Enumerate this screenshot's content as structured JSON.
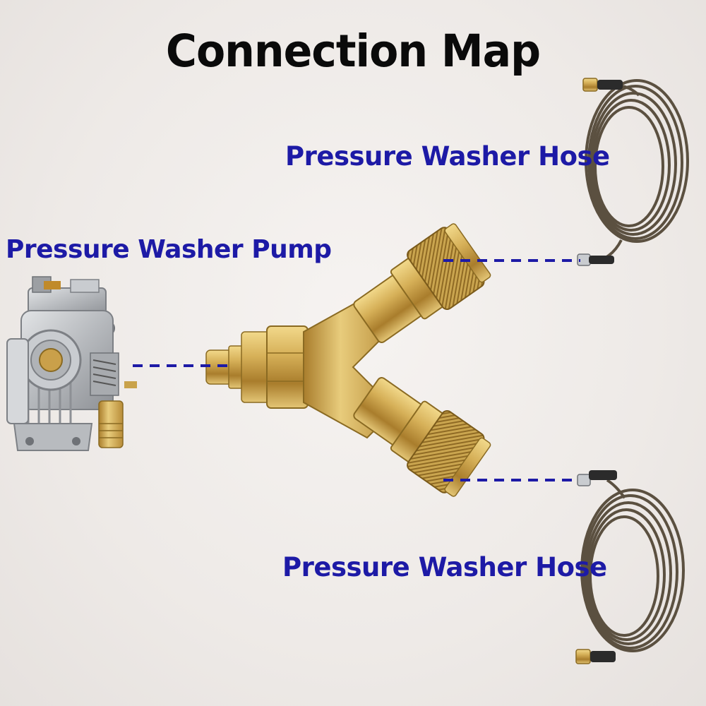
{
  "title": "Connection Map",
  "labels": {
    "pump": "Pressure Washer Pump",
    "hose_top": "Pressure Washer Hose",
    "hose_bottom": "Pressure Washer Hose"
  },
  "colors": {
    "label_blue": "#1d1aa6",
    "title_black": "#0a0a0a",
    "brass": "#c9a24a",
    "hose": "#5b5040",
    "pump_metal": "#b9bcc0"
  },
  "icons": [
    "pressure-washer-pump-icon",
    "y-splitter-connector-icon",
    "coiled-hose-icon"
  ]
}
